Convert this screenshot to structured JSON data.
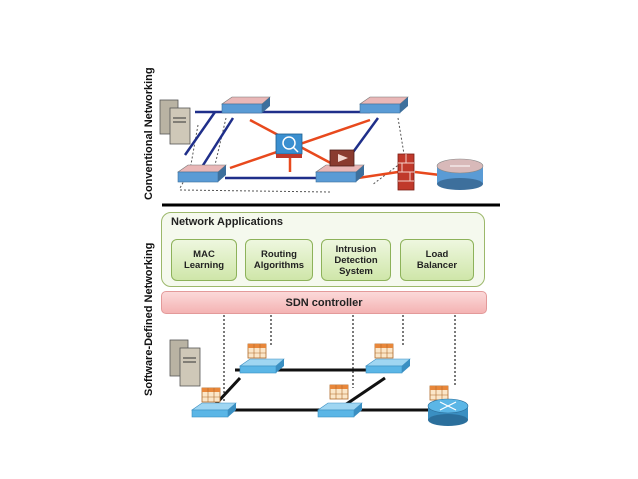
{
  "labels": {
    "conventional": "Conventional Networking",
    "sdn": "Software-Defined Networking"
  },
  "apps": {
    "title": "Network Applications",
    "items": [
      {
        "label": "MAC\nLearning"
      },
      {
        "label": "Routing\nAlgorithms"
      },
      {
        "label": "Intrusion\nDetection\nSystem"
      },
      {
        "label": "Load\nBalancer"
      }
    ]
  },
  "controller": {
    "label": "SDN controller"
  },
  "colors": {
    "blue_link": "#1f2f8a",
    "red_link": "#e8491d",
    "switch_top": "#e9b7b7",
    "switch_side": "#5a9bd5",
    "sdn_switch": "#5bb6e6",
    "firewall": "#c0392b",
    "router": "#d8b9b9",
    "apps_border": "#9cb86b",
    "controller": "#f4b3b3"
  }
}
